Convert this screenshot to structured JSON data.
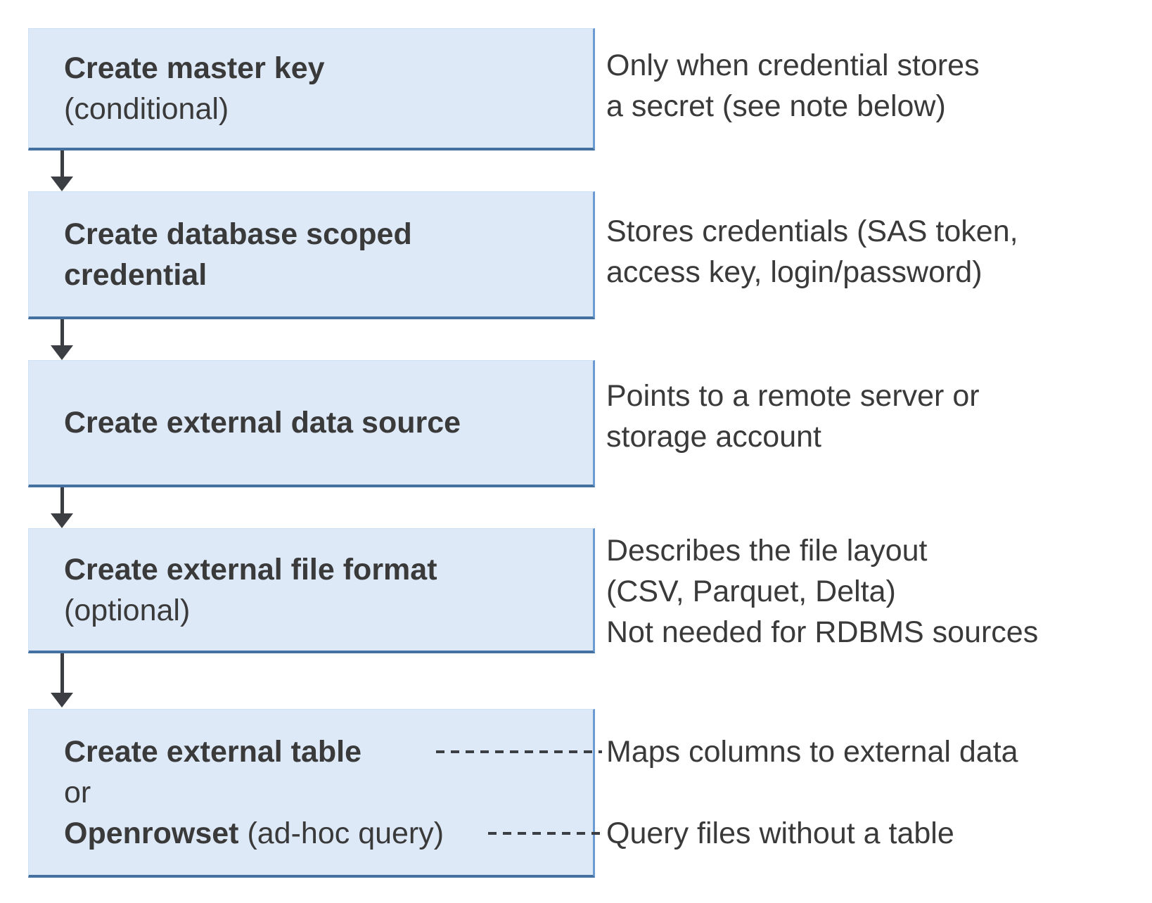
{
  "colors": {
    "box_fill": "#dee9f8",
    "box_edge_light": "#cfe0f3",
    "box_edge_right": "#6b9bd2",
    "box_edge_bottom": "#44719f",
    "text": "#3a3a3a",
    "arrow": "#3b3e42"
  },
  "steps": [
    {
      "title": "Create master key",
      "subtitle": "(conditional)",
      "note": "Only when credential stores\na secret (see note below)"
    },
    {
      "title": "Create database scoped\ncredential",
      "note": "Stores credentials (SAS token,\naccess key, login/password)"
    },
    {
      "title": "Create external data source",
      "note": "Points to a remote server or\nstorage account"
    },
    {
      "title": "Create external file format",
      "subtitle": "(optional)",
      "note": "Describes the file layout\n(CSV, Parquet, Delta)\nNot needed for RDBMS sources"
    },
    {
      "title": "Create external table",
      "or_label": "or",
      "alt_title": "Openrowset",
      "alt_title_suffix": " (ad-hoc query)",
      "note_table": "Maps columns to external data",
      "note_openrowset": "Query files without a table"
    }
  ]
}
